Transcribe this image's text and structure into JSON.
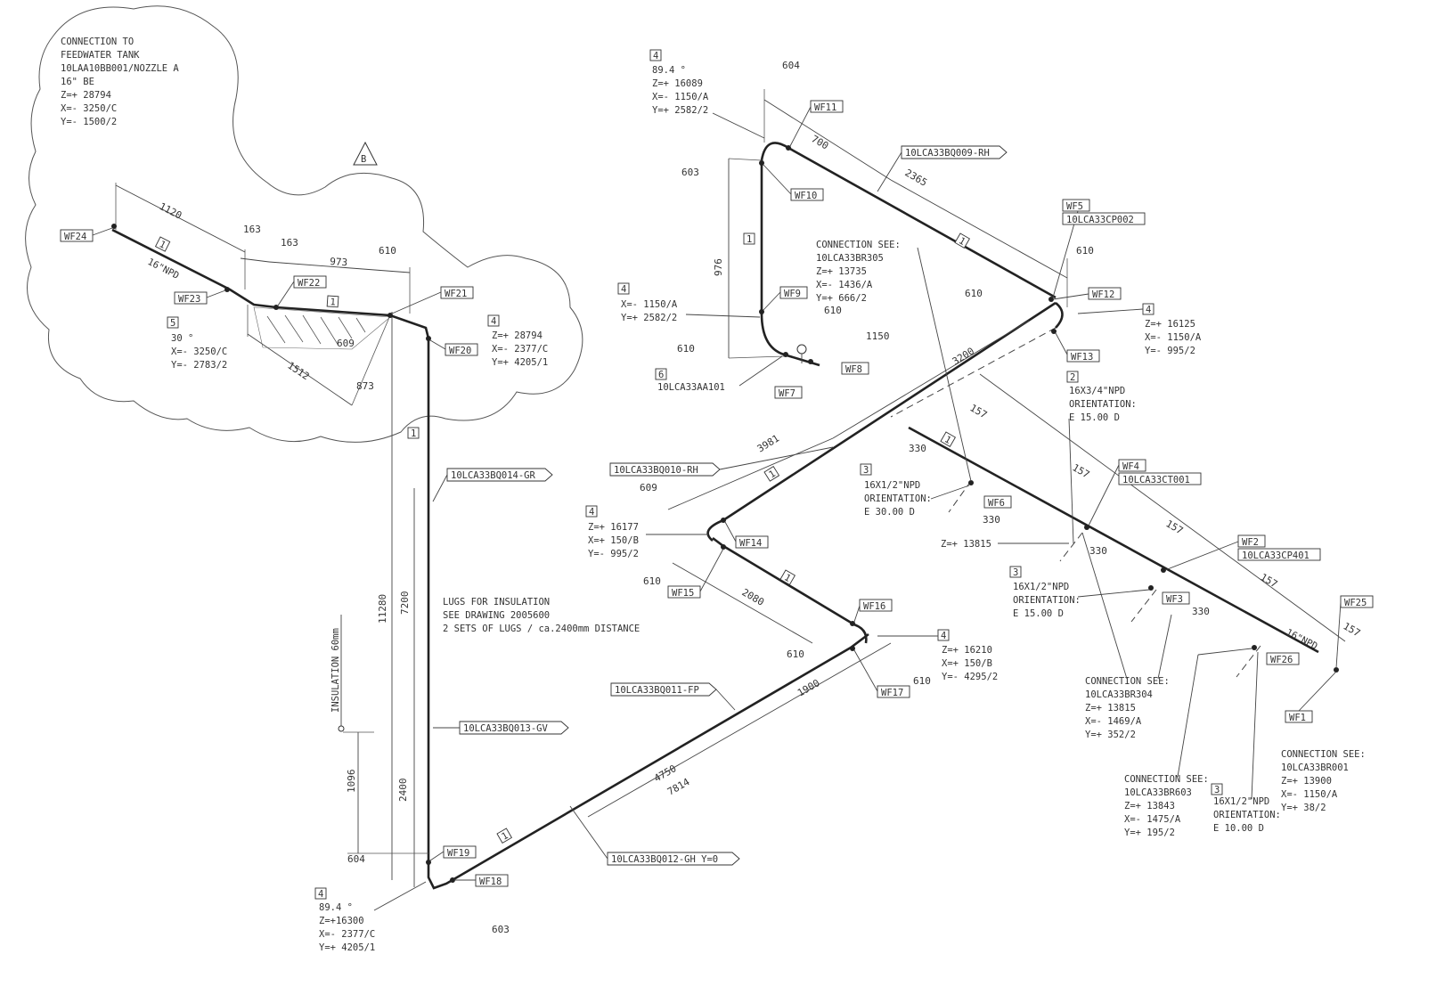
{
  "revision_mark": "B",
  "notes": {
    "feedwater": [
      "CONNECTION TO",
      "FEEDWATER TANK",
      "10LAA10BB001/NOZZLE A",
      "16\" BE",
      "Z=+ 28794",
      "X=- 3250/C",
      "Y=- 1500/2"
    ],
    "n5_30": [
      "30 °",
      "X=- 3250/C",
      "Y=- 2783/2"
    ],
    "n4_wf20": [
      "Z=+ 28794",
      "X=- 2377/C",
      "Y=+ 4205/1"
    ],
    "n4_top": [
      "89.4 °",
      "Z=+ 16089",
      "X=- 1150/A",
      "Y=+ 2582/2"
    ],
    "n4_wf9": [
      "X=- 1150/A",
      "Y=+ 2582/2"
    ],
    "conn_br305": [
      "CONNECTION SEE:",
      "10LCA33BR305",
      "Z=+ 13735",
      "X=- 1436/A",
      "Y=+ 666/2"
    ],
    "n4_wf12": [
      "Z=+ 16125",
      "X=- 1150/A",
      "Y=- 995/2"
    ],
    "n2_34": [
      "16X3/4\"NPD",
      "ORIENTATION:",
      "E 15.00 D"
    ],
    "n3_wf6": [
      "16X1/2\"NPD",
      "ORIENTATION:",
      "E 30.00 D"
    ],
    "n3_wf3": [
      "16X1/2\"NPD",
      "ORIENTATION:",
      "E 15.00 D"
    ],
    "n4_wf14": [
      "Z=+ 16177",
      "X=+ 150/B",
      "Y=- 995/2"
    ],
    "lugs": [
      "LUGS FOR INSULATION",
      "SEE DRAWING  2005600",
      "2 SETS OF LUGS / ca.2400mm DISTANCE"
    ],
    "n4_wf17": [
      "Z=+ 16210",
      "X=+ 150/B",
      "Y=- 4295/2"
    ],
    "conn_br304": [
      "CONNECTION SEE:",
      "10LCA33BR304",
      "Z=+ 13815",
      "X=- 1469/A",
      "Y=+ 352/2"
    ],
    "conn_br603": [
      "CONNECTION SEE:",
      "10LCA33BR603",
      "Z=+ 13843",
      "X=- 1475/A",
      "Y=+ 195/2"
    ],
    "n3_wf26": [
      "16X1/2\"NPD",
      "ORIENTATION:",
      "E 10.00 D"
    ],
    "conn_br001": [
      "CONNECTION SEE:",
      "10LCA33BR001",
      "Z=+ 13900",
      "X=- 1150/A",
      "Y=+ 38/2"
    ],
    "n4_bottom": [
      "89.4 °",
      "Z=+16300",
      "X=- 2377/C",
      "Y=+ 4205/1"
    ],
    "insulation": "INSULATION 60mm",
    "z13815": "Z=+ 13815",
    "npd1": "16\"NPD",
    "npd2": "16\"NPD",
    "valve_tag": "10LCA33AA101"
  },
  "note_numbers": {
    "n5": "5",
    "n4a": "4",
    "n4b": "4",
    "n4c": "4",
    "n4d": "4",
    "n4e": "4",
    "n4f": "4",
    "n4g": "4",
    "n6": "6",
    "n2": "2",
    "n3a": "3",
    "n3b": "3",
    "n3c": "3"
  },
  "pipe_number": "1",
  "welds": [
    "WF1",
    "WF2",
    "WF3",
    "WF4",
    "WF5",
    "WF6",
    "WF7",
    "WF8",
    "WF9",
    "WF10",
    "WF11",
    "WF12",
    "WF13",
    "WF14",
    "WF15",
    "WF16",
    "WF17",
    "WF18",
    "WF19",
    "WF20",
    "WF21",
    "WF22",
    "WF23",
    "WF24",
    "WF25",
    "WF26"
  ],
  "tags": {
    "bq9": "10LCA33BQ009-RH",
    "cp002": "10LCA33CP002",
    "bq10": "10LCA33BQ010-RH",
    "bq14": "10LCA33BQ014-GR",
    "bq13": "10LCA33BQ013-GV",
    "bq11": "10LCA33BQ011-FP",
    "bq12": "10LCA33BQ012-GH Y=0",
    "ct001": "10LCA33CT001",
    "cp401": "10LCA33CP401"
  },
  "dims": {
    "d1120": "1120",
    "d163a": "163",
    "d163b": "163",
    "d973": "973",
    "d610a": "610",
    "d609a": "609",
    "d1512": "1512",
    "d873": "873",
    "d604a": "604",
    "d700": "700",
    "d2365": "2365",
    "d603a": "603",
    "d976": "976",
    "d610b": "610",
    "d610c": "610",
    "d1150": "1150",
    "d610d": "610",
    "d610e": "610",
    "d3200": "3200",
    "d157a": "157",
    "d157b": "157",
    "d157c": "157",
    "d157d": "157",
    "d157e": "157",
    "d3981": "3981",
    "d609b": "609",
    "d330a": "330",
    "d330b": "330",
    "d330c": "330",
    "d330d": "330",
    "d610f": "610",
    "d2080": "2080",
    "d610g": "610",
    "d610h": "610",
    "d1900": "1900",
    "d4750": "4750",
    "d7814": "7814",
    "d11280": "11280",
    "d7200": "7200",
    "d1096": "1096",
    "d2400": "2400",
    "d604b": "604",
    "d603b": "603"
  }
}
